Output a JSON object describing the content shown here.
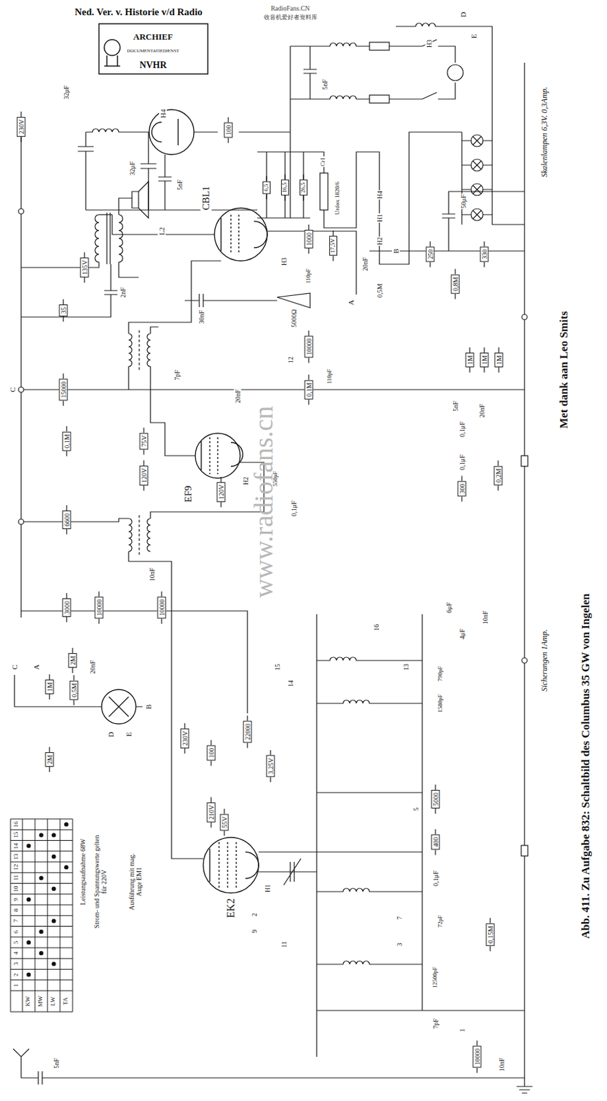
{
  "diagram": {
    "caption": "Abb. 411. Zu Aufgabe 832: Schaltbild des Columbus 35 GW von Ingelen",
    "labels": [
      "Ned. Ver. v. Historie v/d Radio",
      "RadioFans.CN",
      "收音机爱好者资料库",
      "ARCHIEF",
      "DOCUMENTATIEDIENST",
      "NVHR",
      "www.radiofans.cn",
      "Met dank aan Leo Smits",
      "Skalenlampen 6,3V. 0,3Amp.",
      "Sicherungen 1Amp.",
      "230V",
      "H4",
      "100",
      "32μF",
      "32μF",
      "5nF",
      "5nF",
      "6,5",
      "16,5",
      "26,5",
      "Cr1",
      "Urdox 1820/6",
      "H4",
      "H1",
      "H2",
      "H3",
      "D",
      "E",
      "30nF",
      "5000Ω",
      "1000",
      "CBL1",
      "H3",
      "110pF",
      "17,5V",
      "20nF",
      "0,5M",
      "A",
      "B",
      "250",
      "330",
      "50μF",
      "0,8M",
      "135V",
      "2nF",
      "35",
      "L2",
      "15000",
      "C",
      "7pF",
      "20nF",
      "10000",
      "0,1M",
      "110pF",
      "12",
      "1M",
      "1M",
      "1M",
      "5nF",
      "20nF",
      "0,1μF",
      "75V",
      "120V",
      "0,1M",
      "EF9",
      "H2",
      "120V",
      "0,1μF",
      "300",
      "550pF",
      "0,1μF",
      "0,2M",
      "6600",
      "10nF",
      "3000",
      "10000",
      "10000",
      "6μF",
      "4μF",
      "10nF",
      "16",
      "790pF",
      "1580pF",
      "15",
      "13",
      "14",
      "230V",
      "55V",
      "210V",
      "22000",
      "100",
      "3,25V",
      "EK2",
      "H1",
      "0,1μF",
      "400",
      "5000",
      "5",
      "0,15M",
      "72pF",
      "12500pF",
      "7pF",
      "10000",
      "10nF",
      "5nF",
      "1",
      "3",
      "7",
      "9",
      "2",
      "11",
      "Leistungsaufnahme 68W",
      "Strom- und Spannungswerte gelten für 220V",
      "Ausführung mit mag. Auge EM1",
      "C",
      "A",
      "B",
      "D",
      "E",
      "2M",
      "1M",
      "0,5M",
      "2M",
      "20nF",
      "KW",
      "MW",
      "LW",
      "TA",
      "1",
      "2",
      "3",
      "4",
      "5",
      "6",
      "7",
      "8",
      "9",
      "10",
      "11",
      "12",
      "13",
      "14",
      "15",
      "16"
    ]
  }
}
